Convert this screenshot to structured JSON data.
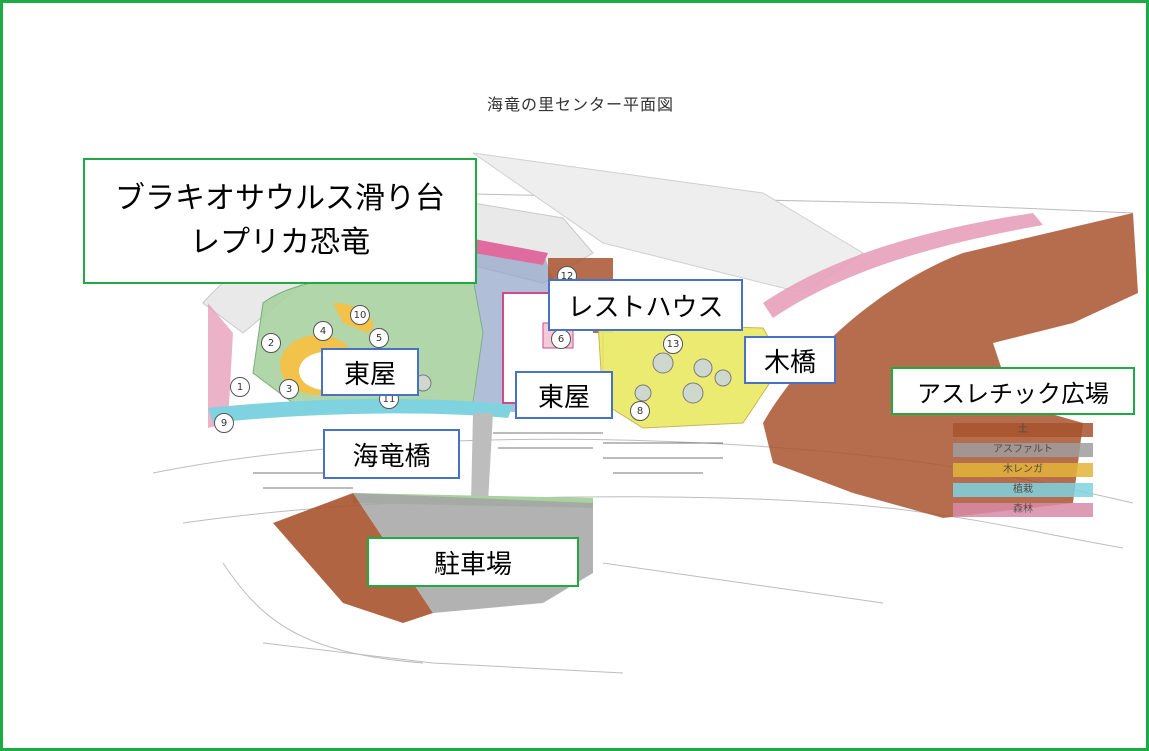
{
  "map": {
    "title": "海竜の里センター平面図",
    "labels": {
      "brachiosaurus_line1": "ブラキオサウルス滑り台",
      "brachiosaurus_line2": "レプリカ恐竜",
      "resthouse": "レストハウス",
      "azumaya_1": "東屋",
      "azumaya_2": "東屋",
      "mokkyo": "木橋",
      "athletic_square": "アスレチック広場",
      "kairyu_bridge": "海竜橋",
      "parking": "駐車場"
    },
    "legend": [
      {
        "label": "土",
        "color": "#a8532e"
      },
      {
        "label": "アスファルト",
        "color": "#9e9e9e"
      },
      {
        "label": "木レンガ",
        "color": "#e3b53a"
      },
      {
        "label": "植栽",
        "color": "#7fd3e0"
      },
      {
        "label": "森林",
        "color": "#d98aa8"
      }
    ],
    "markers": [
      "1",
      "2",
      "3",
      "4",
      "5",
      "6",
      "8",
      "9",
      "10",
      "11",
      "12",
      "13"
    ],
    "colors": {
      "frame": "#1faa45",
      "label_border_green": "#1faa45",
      "label_border_blue": "#4a72c4"
    }
  }
}
